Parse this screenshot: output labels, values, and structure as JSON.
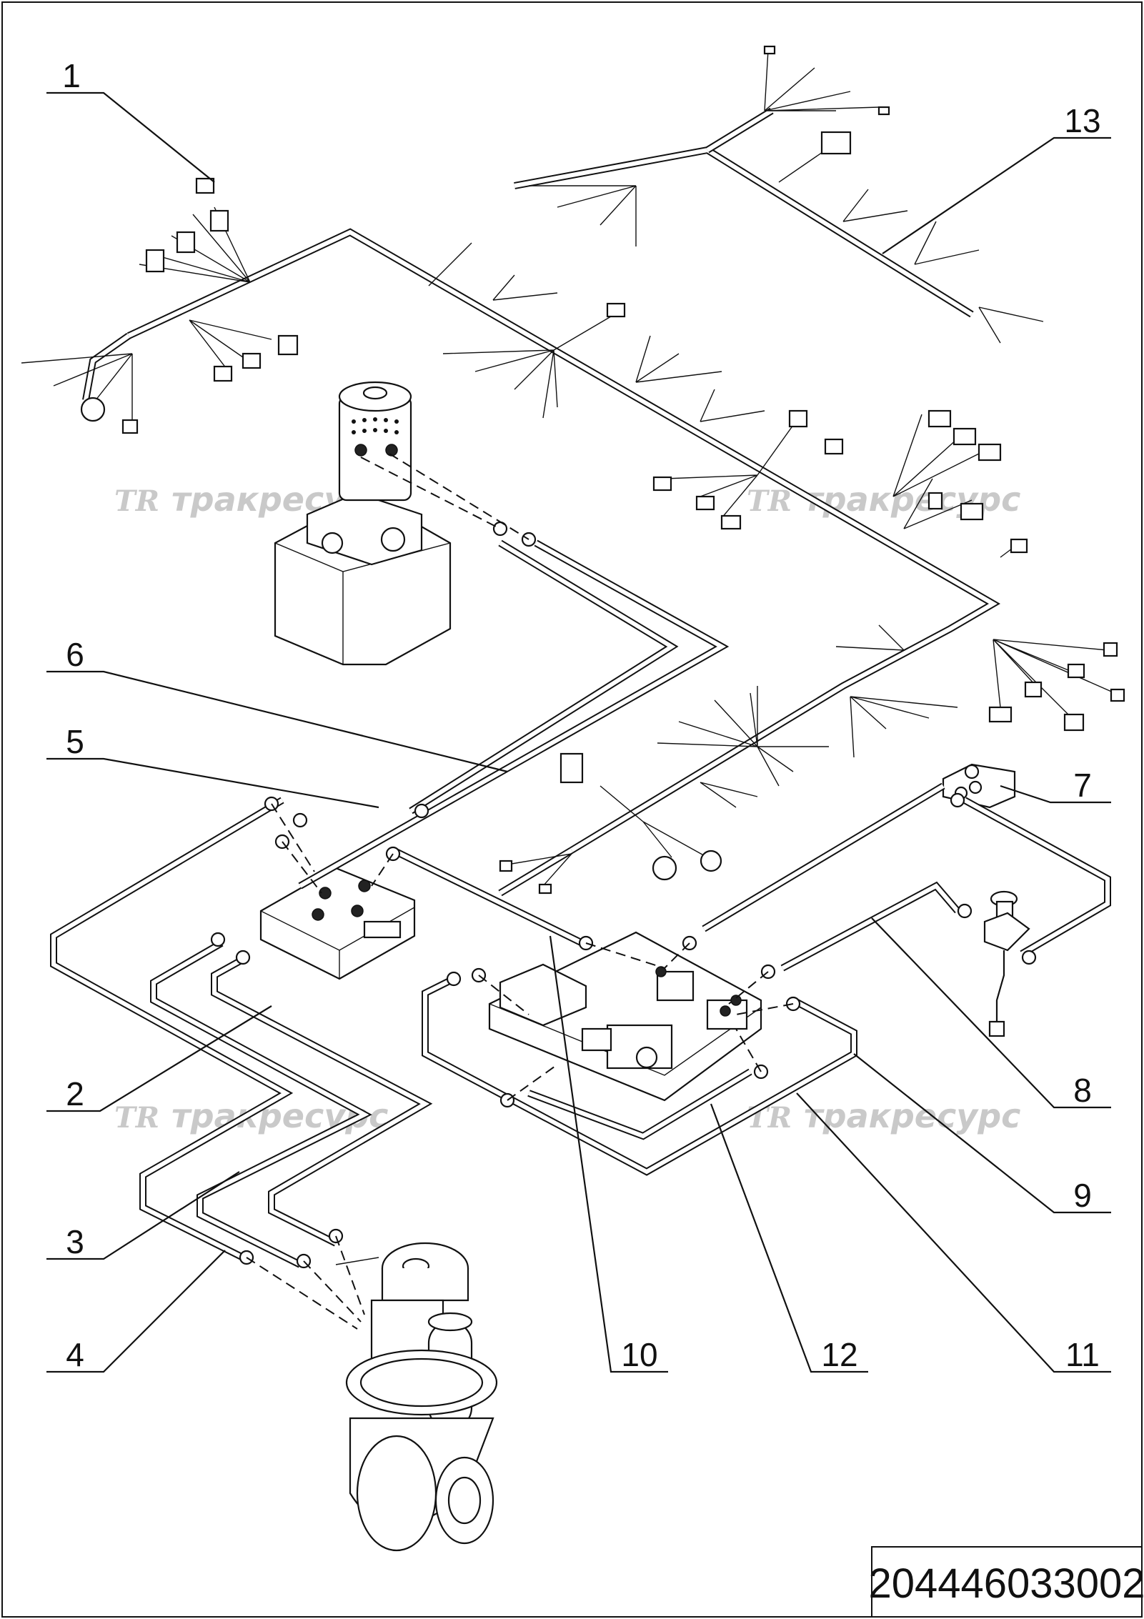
{
  "drawing_number": "204446033002",
  "watermark": {
    "logo": "TR",
    "text": "тракресурс"
  },
  "callouts": [
    {
      "id": "1",
      "label": "1"
    },
    {
      "id": "2",
      "label": "2"
    },
    {
      "id": "3",
      "label": "3"
    },
    {
      "id": "4",
      "label": "4"
    },
    {
      "id": "5",
      "label": "5"
    },
    {
      "id": "6",
      "label": "6"
    },
    {
      "id": "7",
      "label": "7"
    },
    {
      "id": "8",
      "label": "8"
    },
    {
      "id": "9",
      "label": "9"
    },
    {
      "id": "10",
      "label": "10"
    },
    {
      "id": "11",
      "label": "11"
    },
    {
      "id": "12",
      "label": "12"
    },
    {
      "id": "13",
      "label": "13"
    }
  ]
}
